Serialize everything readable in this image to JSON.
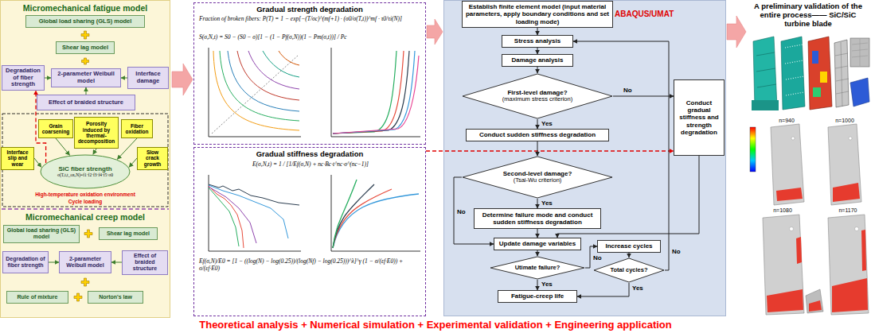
{
  "diagram": {
    "caption": "Theoretical analysis + Numerical simulation + Experimental validation + Engineering application",
    "nodes": [
      {
        "text": [
          "Micromechanical fatigue model"
        ]
      },
      {
        "text": [
          "Global load sharing (GLS) model"
        ],
        "in": 0
      },
      {
        "text": [
          "Shear lag model"
        ],
        "in": 0
      },
      {
        "text": [
          "Degradation of fiber strength"
        ],
        "in": 0
      },
      {
        "text": [
          "2-parameter Weibull model"
        ],
        "in": 0
      },
      {
        "text": [
          "Interface damage"
        ],
        "in": 0
      },
      {
        "text": [
          "Effect of braided structure"
        ],
        "in": 0
      },
      {
        "text": [
          "Grain coarsening"
        ],
        "in": 0
      },
      {
        "text": [
          "Porosity induced by thermal-decomposition"
        ],
        "in": 0
      },
      {
        "text": [
          "Fiber oxidation"
        ],
        "in": 0
      },
      {
        "text": [
          "Interface slip and wear"
        ],
        "in": 0
      },
      {
        "text": [
          "Slow crack growth"
        ],
        "in": 0
      },
      {
        "text": [
          "SiC fiber strength",
          "σ(T,t,t_ox,N)=f1·f2·f3·f4·f5·σ0"
        ],
        "in": 0
      },
      {
        "text": [
          "Micromechanical creep model"
        ]
      },
      {
        "text": [
          "Global load sharing (GLS) model"
        ],
        "in": 13
      },
      {
        "text": [
          "Shear lag model"
        ],
        "in": 13
      },
      {
        "text": [
          "Degradation of fiber strength"
        ],
        "in": 13
      },
      {
        "text": [
          "2-parameter Weibull model"
        ],
        "in": 13
      },
      {
        "text": [
          "Effect of braided structure"
        ],
        "in": 13
      },
      {
        "text": [
          "Rule of mixture"
        ],
        "in": 13
      },
      {
        "text": [
          "Norton's law"
        ],
        "in": 13
      },
      {
        "text": [
          "Gradual strength degradation"
        ]
      },
      {
        "text": [
          "Gradual stiffness degradation"
        ]
      },
      {
        "text": [
          "ABAQUS/UMAT"
        ]
      },
      {
        "text": [
          "Establish finite element model (input material parameters, apply boundary conditions and set loading mode)"
        ],
        "in": 23
      },
      {
        "text": [
          "Stress analysis"
        ],
        "in": 23
      },
      {
        "text": [
          "Damage analysis"
        ],
        "in": 23
      },
      {
        "text": [
          "First-level damage?",
          "(maximum stress criterion)"
        ],
        "in": 23
      },
      {
        "text": [
          "Conduct sudden stiffness degradation"
        ],
        "in": 23
      },
      {
        "text": [
          "Second-level damage?",
          "(Tsai-Wu criterion)"
        ],
        "in": 23
      },
      {
        "text": [
          "Determine failure mode and conduct sudden stiffness degradation"
        ],
        "in": 23
      },
      {
        "text": [
          "Update damage variables"
        ],
        "in": 23
      },
      {
        "text": [
          "Utimate failure?"
        ],
        "in": 23
      },
      {
        "text": [
          "Increase cycles"
        ],
        "in": 23
      },
      {
        "text": [
          "Total cycles?"
        ],
        "in": 23
      },
      {
        "text": [
          "Fatigue-creep life"
        ],
        "in": 23
      },
      {
        "text": [
          "Conduct gradual stiffness and strength degradation"
        ],
        "in": 23
      }
    ],
    "edges": [
      {
        "from": 3,
        "to": 4,
        "arrow": "to"
      },
      {
        "from": 5,
        "to": 4,
        "arrow": "to"
      },
      {
        "from": 6,
        "to": 4,
        "arrow": "to"
      },
      {
        "from": 7,
        "to": 12,
        "arrow": "to"
      },
      {
        "from": 8,
        "to": 12,
        "arrow": "to"
      },
      {
        "from": 9,
        "to": 12,
        "arrow": "to"
      },
      {
        "from": 10,
        "to": 12,
        "arrow": "to"
      },
      {
        "from": 11,
        "to": 12,
        "arrow": "to"
      },
      {
        "from": 12,
        "to": 3,
        "arrow": "to"
      },
      {
        "from": 16,
        "to": 17,
        "arrow": "to"
      },
      {
        "from": 18,
        "to": 17,
        "arrow": "to"
      },
      {
        "from": 22,
        "to": 36,
        "arrow": "to"
      },
      {
        "from": 24,
        "to": 25,
        "arrow": "to"
      },
      {
        "from": 25,
        "to": 26,
        "arrow": "to"
      },
      {
        "from": 26,
        "to": 27,
        "arrow": "to"
      },
      {
        "from": 27,
        "to": 28,
        "label": "Yes",
        "arrow": "to"
      },
      {
        "from": 27,
        "to": 36,
        "label": "No",
        "arrow": "to"
      },
      {
        "from": 28,
        "to": 29,
        "arrow": "to"
      },
      {
        "from": 29,
        "to": 30,
        "label": "Yes",
        "arrow": "to"
      },
      {
        "from": 29,
        "to": 31,
        "label": "No",
        "arrow": "to"
      },
      {
        "from": 30,
        "to": 31,
        "arrow": "to"
      },
      {
        "from": 36,
        "to": 31,
        "arrow": "to"
      },
      {
        "from": 31,
        "to": 32,
        "arrow": "to"
      },
      {
        "from": 32,
        "to": 35,
        "label": "Yes",
        "arrow": "to"
      },
      {
        "from": 32,
        "to": 33,
        "label": "No",
        "arrow": "to"
      },
      {
        "from": 33,
        "to": 34,
        "arrow": "to"
      },
      {
        "from": 34,
        "to": 25,
        "label": "No",
        "arrow": "to"
      },
      {
        "from": 34,
        "to": 35,
        "label": "Yes",
        "arrow": "to"
      }
    ],
    "labels": [
      "High-temperature oxidation environment",
      "Cycle loading",
      "Fraction of broken fibers: P(T) = 1 − exp[−(T/σc)^(mf+1) · (σ0/σ(T,t))^mf · τ0/τi(N)]",
      "S(σ,N,t) = S0 − (S0 − σ)[1 − (1 − Pf(σ,N))(1 − Pm(σ,t))] / Pc",
      "E(σ,N,t) = 1 / [1/Ef(σ,N) + nc·Bc·t^nc·σ^(nc−1)]",
      "Ef(σ,N)/E0 = [1 − ((log(N) − log(0.25))/(log(Nf) − log(0.25)))^λ]^γ (1 − σ/(εf·E0)) + σ/(εf·E0)",
      "A preliminary validation of the entire process—— SiC/SiC turbine blade",
      "n=940",
      "n=1000",
      "n=1080",
      "n=1170"
    ]
  }
}
